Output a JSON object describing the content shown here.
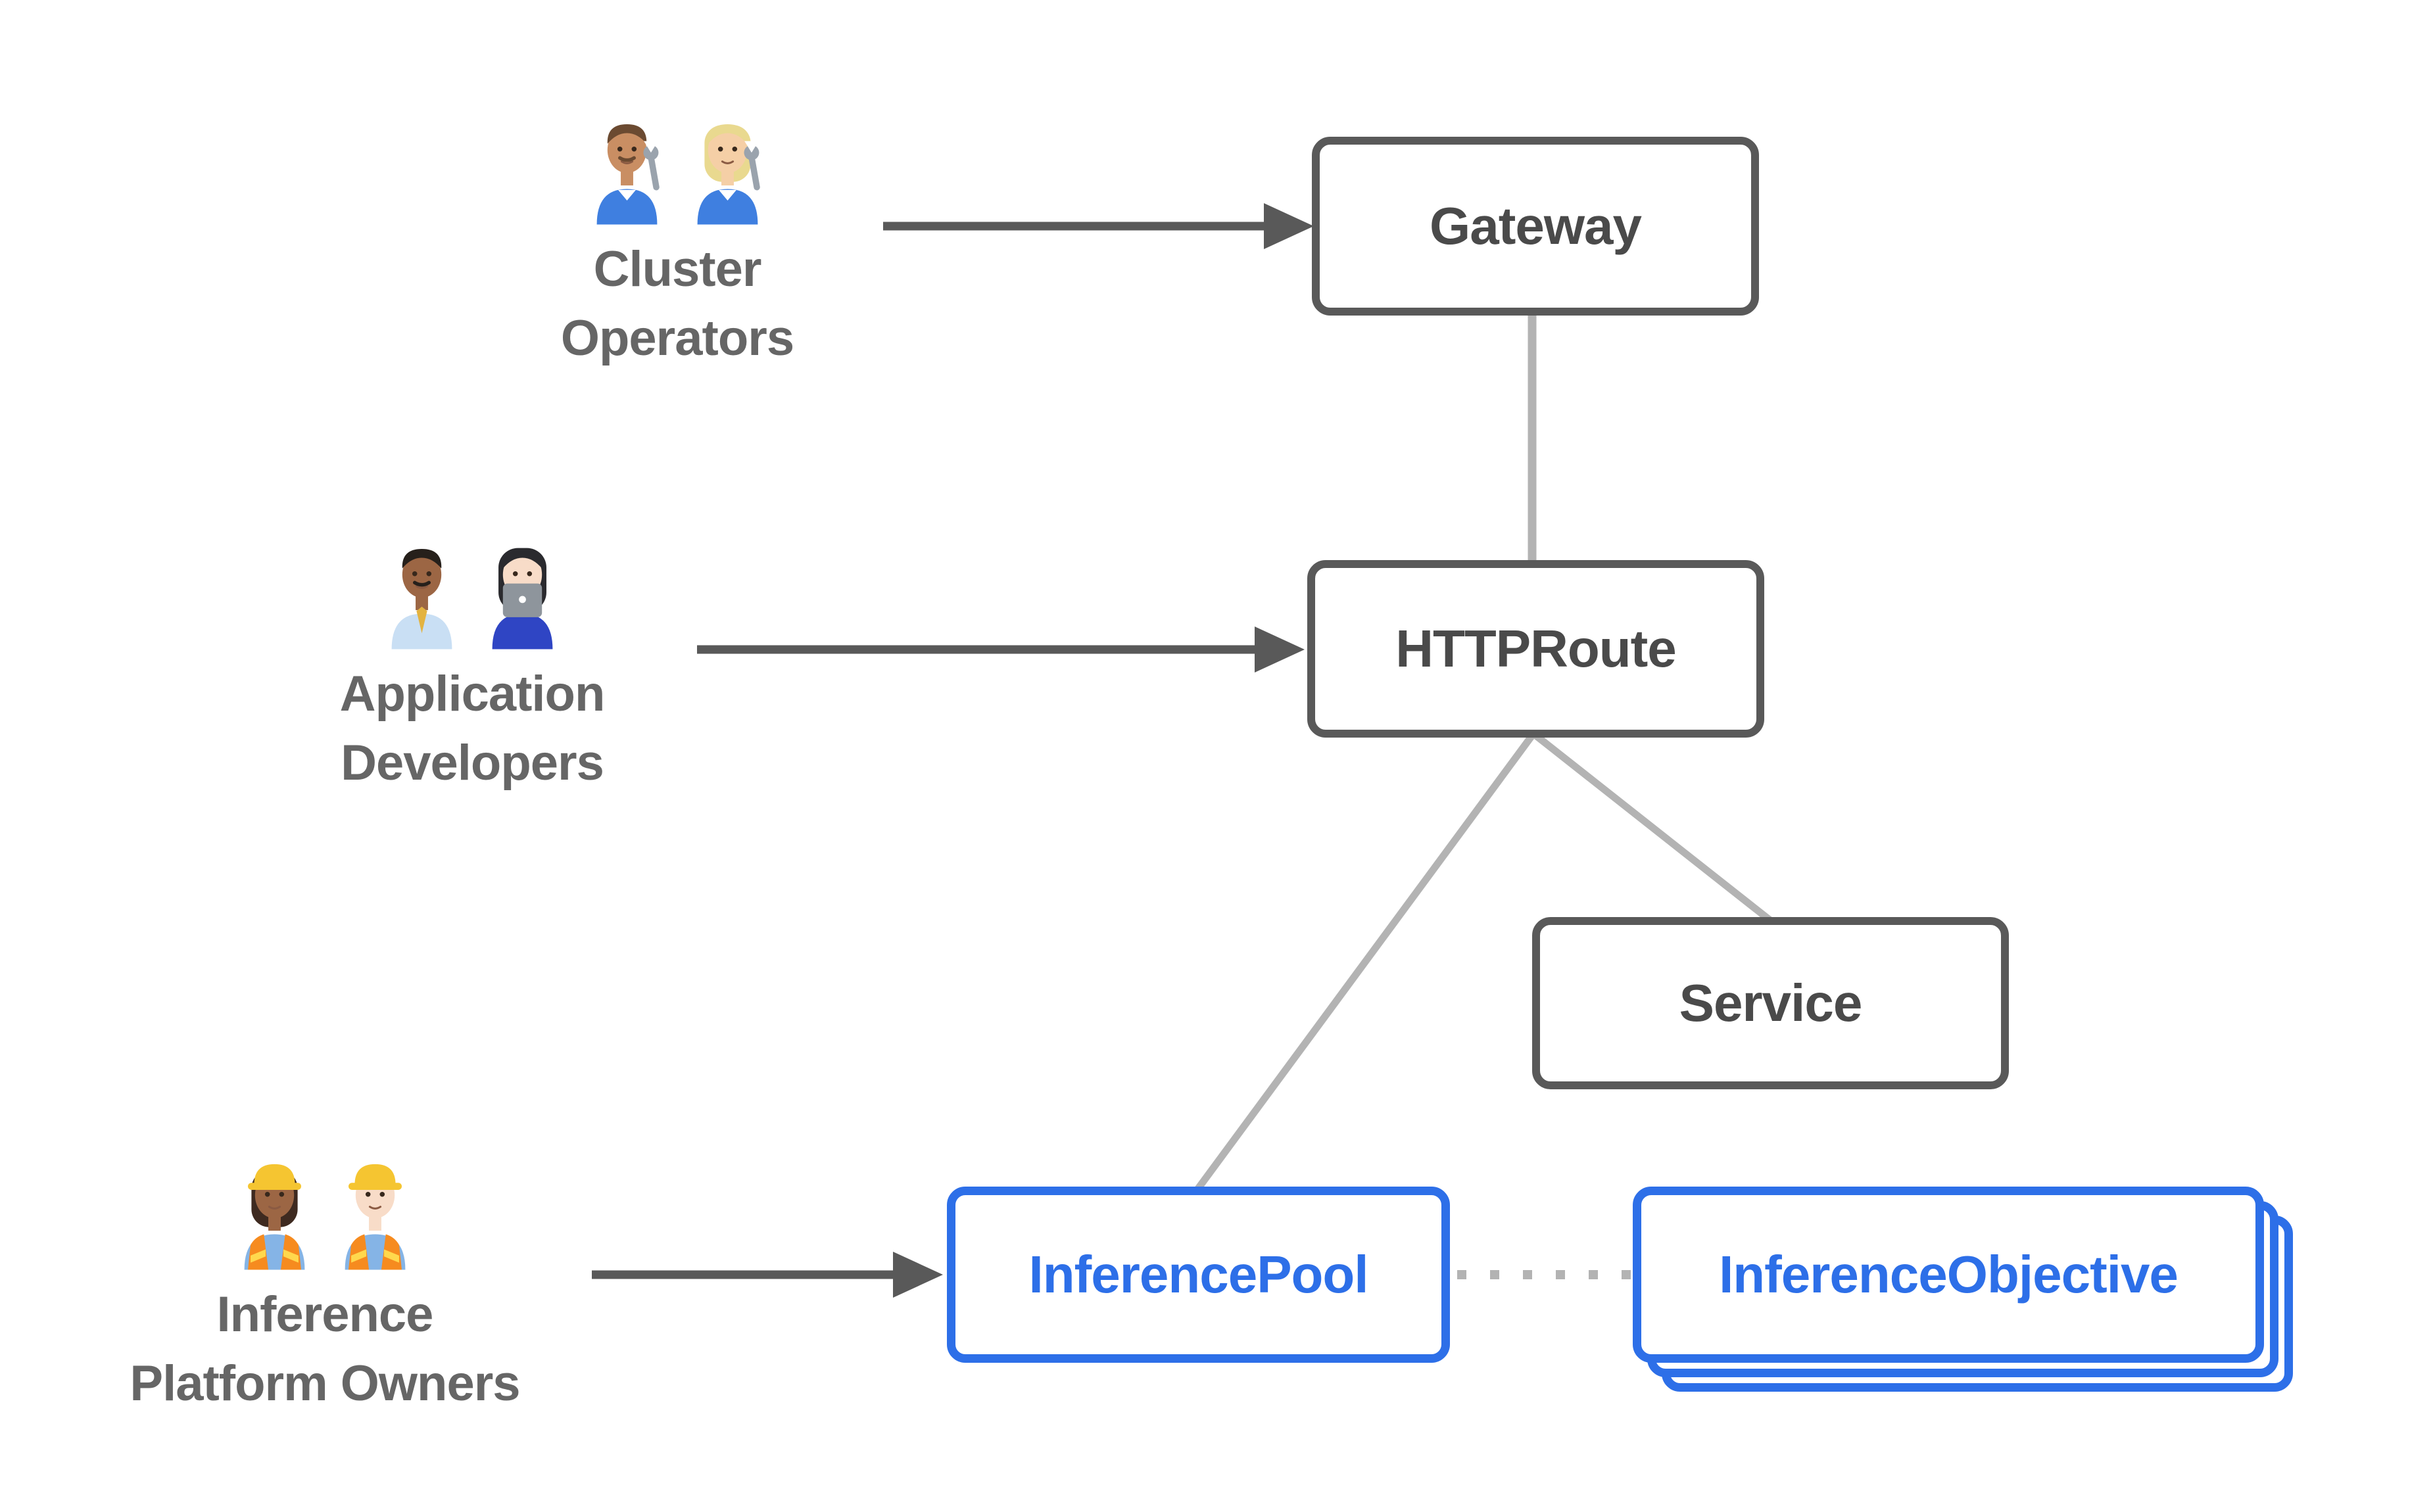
{
  "colors": {
    "accent_blue": "#2D6FE8",
    "node_border_gray": "#595959",
    "node_text_gray": "#4A4A4A",
    "persona_label_gray": "#666666",
    "connector_light_gray": "#B3B3B3",
    "arrow_dark_gray": "#595959"
  },
  "nodes": [
    {
      "id": "gateway",
      "label": "Gateway",
      "style": "gray"
    },
    {
      "id": "httproute",
      "label": "HTTPRoute",
      "style": "gray"
    },
    {
      "id": "service",
      "label": "Service",
      "style": "gray"
    },
    {
      "id": "inferencepool",
      "label": "InferencePool",
      "style": "blue"
    },
    {
      "id": "inferenceobjective",
      "label": "InferenceObjective",
      "style": "blue-stacked-x3"
    }
  ],
  "personas": [
    {
      "id": "cluster-operators",
      "label_lines": [
        "Cluster",
        "Operators"
      ],
      "icons": [
        {
          "name": "man-mechanic-icon",
          "skin": "#C98E63",
          "hair": "#6B4A31",
          "hair_style": "short",
          "mustache": true,
          "shirt": "#3F7FE0",
          "undershirt": "#FFFFFF",
          "accessory": "wrench"
        },
        {
          "name": "woman-mechanic-icon",
          "skin": "#F5CFA6",
          "hair": "#E9D98F",
          "hair_style": "bob",
          "shirt": "#3F7FE0",
          "undershirt": "#FFFFFF",
          "accessory": "wrench"
        }
      ]
    },
    {
      "id": "application-developers",
      "label_lines": [
        "Application",
        "Developers"
      ],
      "icons": [
        {
          "name": "man-office-worker-icon",
          "skin": "#9C6644",
          "hair": "#26201B",
          "hair_style": "short",
          "mustache": true,
          "shirt": "#C9DFF4",
          "tie": true
        },
        {
          "name": "woman-technologist-icon",
          "skin": "#F8DCC8",
          "hair": "#2A2A2E",
          "hair_style": "long",
          "shirt": "#2F45C4",
          "accessory": "laptop"
        }
      ]
    },
    {
      "id": "inference-platform-owners",
      "label_lines": [
        "Inference",
        "Platform Owners"
      ],
      "icons": [
        {
          "name": "woman-construction-worker-icon",
          "skin": "#9C6644",
          "hair": "#3E2A20",
          "hair_style": "bob",
          "shirt": "#85B4E6",
          "vest": true,
          "hat": "hardhat"
        },
        {
          "name": "man-construction-worker-icon",
          "skin": "#F8DCC8",
          "hair": "#3A3028",
          "hair_style": "short",
          "shirt": "#85B4E6",
          "vest": true,
          "hat": "hardhat"
        }
      ]
    }
  ]
}
